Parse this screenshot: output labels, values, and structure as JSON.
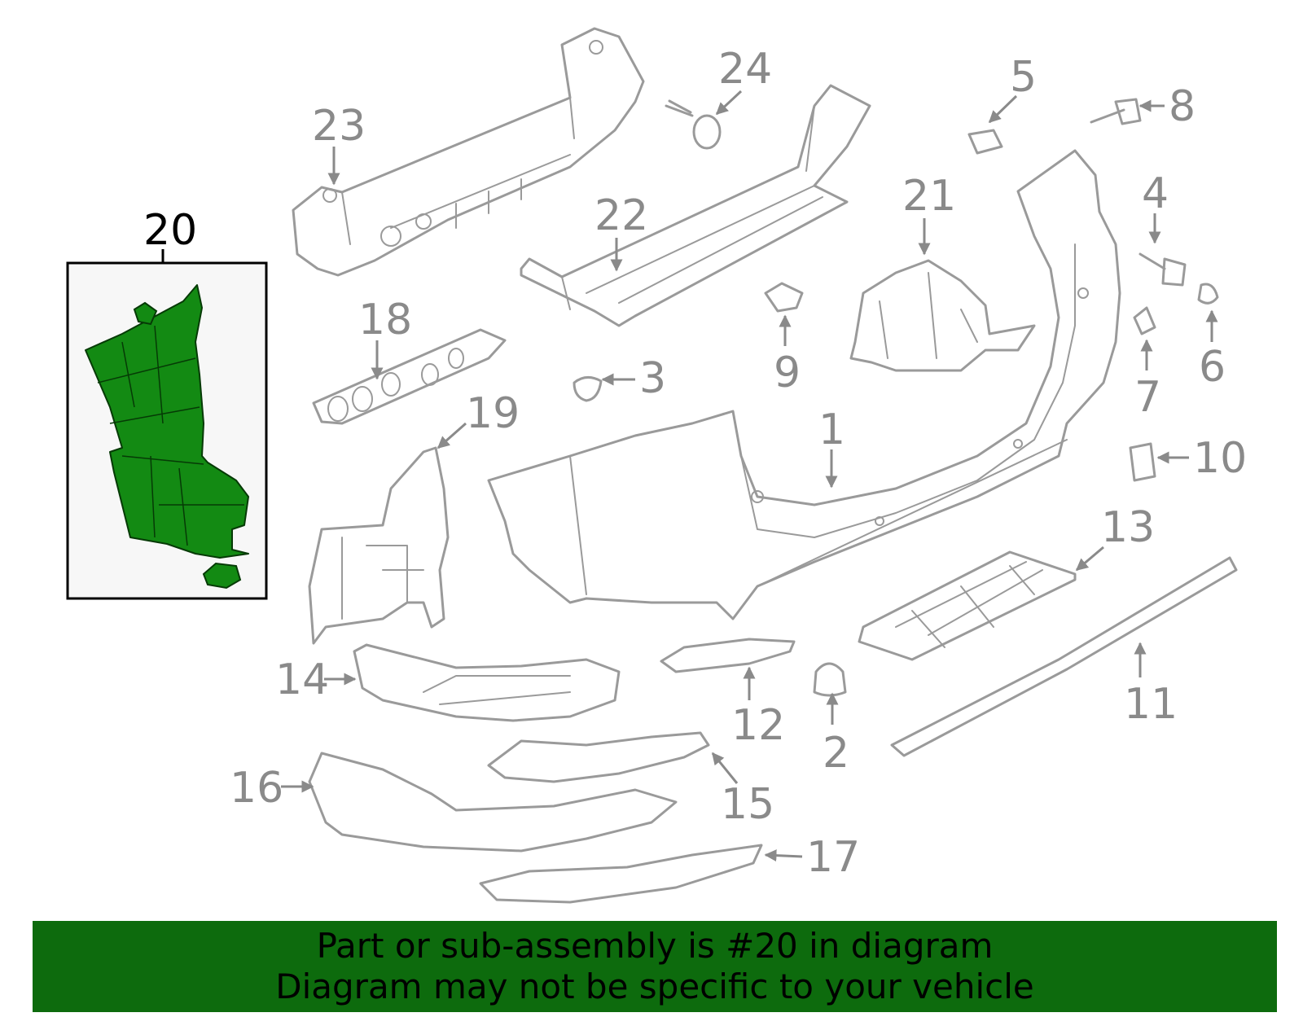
{
  "diagram": {
    "highlight_part": "20",
    "callouts": [
      "1",
      "2",
      "3",
      "4",
      "5",
      "6",
      "7",
      "8",
      "9",
      "10",
      "11",
      "12",
      "13",
      "14",
      "15",
      "16",
      "17",
      "18",
      "19",
      "20",
      "21",
      "22",
      "23",
      "24"
    ]
  },
  "banner": {
    "line1": "Part or sub-assembly is #20 in diagram",
    "line2": "Diagram may not be specific to your vehicle"
  },
  "colors": {
    "highlight": "#138a13",
    "banner": "#0d6b0d",
    "lines": "#9a9a9a"
  }
}
